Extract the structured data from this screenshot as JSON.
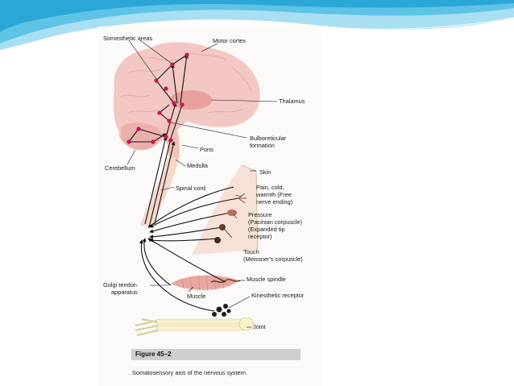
{
  "figure": {
    "labels": {
      "somesthetic_areas": "Somesthetic areas",
      "motor_cortex": "Motor cortex",
      "thalamus": "Thalamus",
      "bulboreticular_1": "Bulboreticular",
      "bulboreticular_2": "formation",
      "pons": "Pons",
      "cerebellum": "Cerebellum",
      "medulla": "Medulla",
      "skin": "Skin",
      "spinal_cord": "Spinal cord",
      "pain_1": "Pain, cold,",
      "pain_2": "warmth (Free",
      "pain_3": "nerve ending)",
      "pressure_1": "Pressure",
      "pressure_2": "(Pacinian corpuscle)",
      "pressure_3": "(Expanded tip",
      "pressure_4": "receptor)",
      "touch_1": "Touch",
      "touch_2": "(Meissner's corpuscle)",
      "golgi_1": "Golgi tendon",
      "golgi_2": "apparatus",
      "muscle_spindle": "Muscle spindle",
      "muscle": "Muscle",
      "kinesthetic_receptor": "Kinesthetic receptor",
      "joint": "Joint"
    },
    "title": "Figure 45–2",
    "caption": "Somatosensory axis of the nervous system."
  },
  "colors": {
    "slide_bg": "#ffffff",
    "figure_bg": "#fbfaf8",
    "brain_fill": "#f3c7c3",
    "thalamus_fill": "#e59a98",
    "cord_fill": "#f6d7cc",
    "skin_fill": "#f6e1d6",
    "muscle_fill": "#e8a8a0",
    "bone_fill": "#fbf3c8",
    "node_color": "#c8154f",
    "wave_light": "#a9dff3",
    "wave_mid": "#5fc3e6",
    "wave_dark": "#2aa7d6"
  }
}
